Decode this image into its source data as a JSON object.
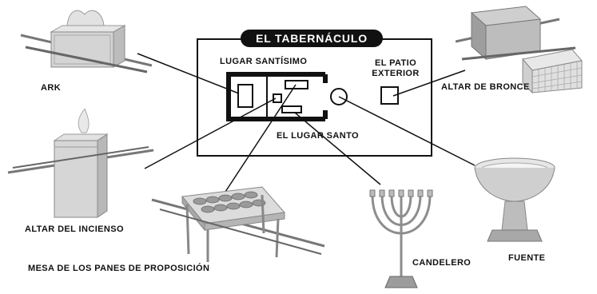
{
  "title": "EL TABERNÁCULO",
  "plan_labels": {
    "holy_of_holies": "LUGAR SANTÍSIMO",
    "outer_court_line1": "EL PATIO",
    "outer_court_line2": "EXTERIOR",
    "holy_place": "EL LUGAR SANTO"
  },
  "items": {
    "ark": "ARK",
    "bronze_altar": "ALTAR DE BRONCE",
    "incense_altar": "ALTAR DEL INCIENSO",
    "showbread_table": "MESA DE LOS PANES DE PROPOSICIÓN",
    "lampstand": "CANDELERO",
    "laver": "FUENTE"
  },
  "colors": {
    "ink": "#111111",
    "background": "#ffffff",
    "metal_light": "#d9d9d9",
    "metal_dark": "#8a8a8a"
  }
}
